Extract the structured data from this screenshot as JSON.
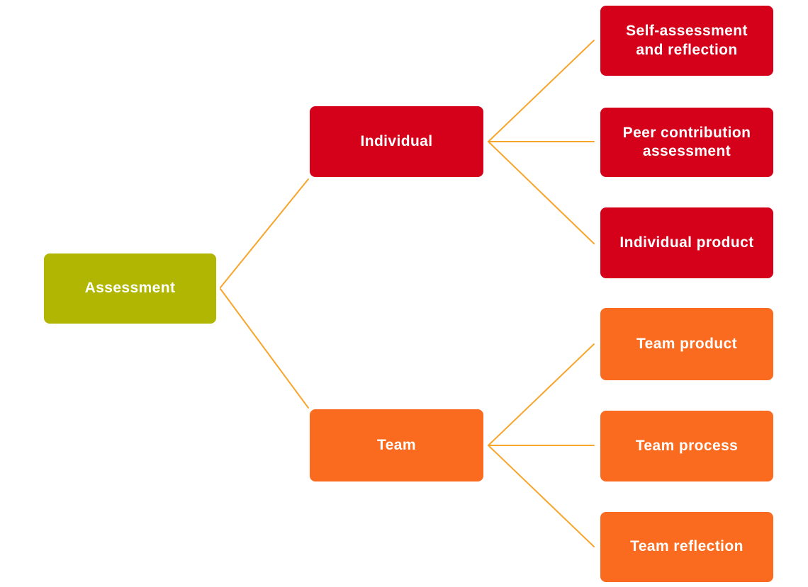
{
  "colors": {
    "green": "#b0b602",
    "red": "#d50019",
    "orange": "#fa6a1f",
    "line": "#f8a52c",
    "text": "#ffffff"
  },
  "nodes": {
    "root": {
      "label": "Assessment"
    },
    "individual": {
      "label": "Individual"
    },
    "team": {
      "label": "Team"
    },
    "self_assessment": {
      "label": "Self-assessment and reflection"
    },
    "peer": {
      "label": "Peer contribution assessment"
    },
    "ind_product": {
      "label": "Individual product"
    },
    "team_product": {
      "label": "Team product"
    },
    "team_process": {
      "label": "Team process"
    },
    "team_reflection": {
      "label": "Team reflection"
    }
  }
}
